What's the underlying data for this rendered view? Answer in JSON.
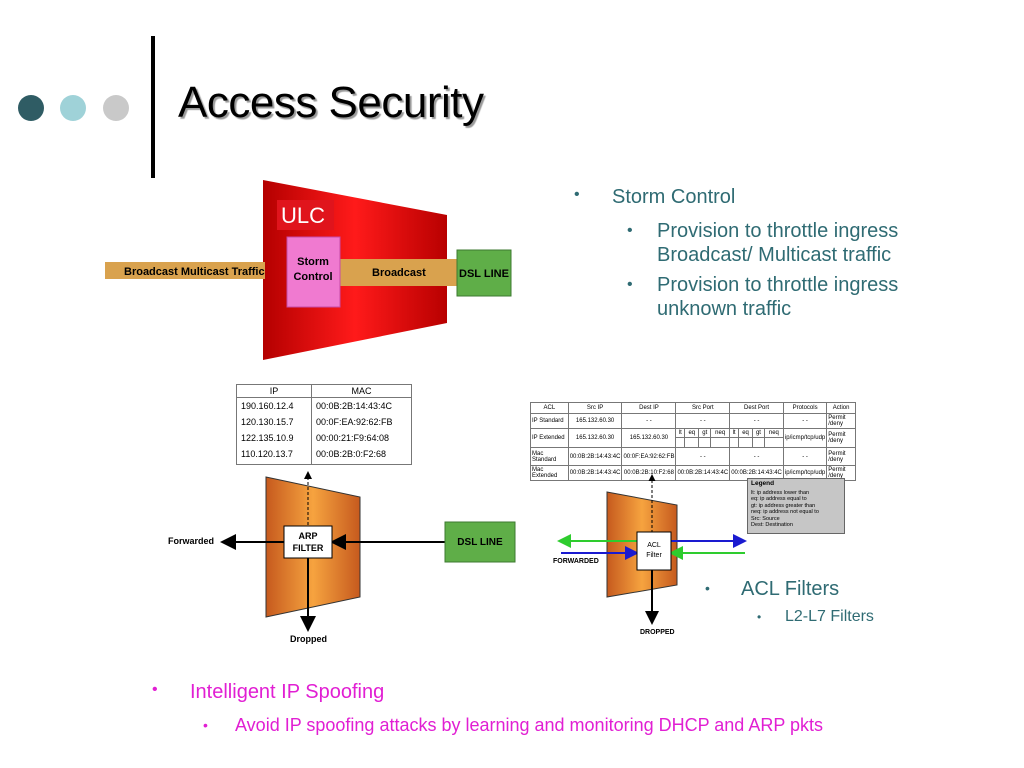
{
  "title": "Access Security",
  "colors": {
    "dot1": "#2f5c64",
    "dot2": "#9fd2d8",
    "dot3": "#c9c9c9",
    "teal": "#2f6b73",
    "magenta": "#e11fd3"
  },
  "diagram_top": {
    "ulc": "ULC",
    "storm": [
      "Storm",
      "Control"
    ],
    "in_label": "Broadcast Multicast Traffic",
    "out_label": "Broadcast",
    "dsl": "DSL LINE"
  },
  "right_bullets": {
    "main": "Storm Control",
    "subs": [
      "Provision to throttle ingress Broadcast/ Multicast traffic",
      "Provision to throttle ingress unknown traffic"
    ]
  },
  "arp": {
    "headers": [
      "IP",
      "MAC"
    ],
    "rows": [
      [
        "190.160.12.4",
        "00:0B:2B:14:43:4C"
      ],
      [
        "120.130.15.7",
        "00:0F:EA:92:62:FB"
      ],
      [
        "122.135.10.9",
        "00:00:21:F9:64:08"
      ],
      [
        "110.120.13.7",
        "00:0B:2B:0:F2:68"
      ]
    ],
    "filter": [
      "ARP",
      "FILTER"
    ],
    "forwarded": "Forwarded",
    "dropped": "Dropped",
    "dsl": "DSL LINE"
  },
  "acl": {
    "headers": [
      "ACL",
      "Src IP",
      "Dest IP",
      "Src Port",
      "Dest Port",
      "Protocols",
      "Action"
    ],
    "port_sub": [
      "lt",
      "eq",
      "gt",
      "neq"
    ],
    "rows": [
      {
        "name": "IP Standard",
        "src": "165.132.60.30",
        "dst": "- -",
        "sp": "- -",
        "dp": "- -",
        "proto": "- -",
        "action": "Permit /deny"
      },
      {
        "name": "IP Extended",
        "src": "165.132.60.30",
        "dst": "165.132.60.30",
        "sp": "",
        "dp": "",
        "proto": "ip/icmp/tcp/udp",
        "action": "Permit /deny"
      },
      {
        "name": "Mac Standard",
        "src": "00:0B:2B:14:43:4C",
        "dst": "00:0F:EA:92:62:FB",
        "sp": "- -",
        "dp": "- -",
        "proto": "- -",
        "action": "Permit /deny"
      },
      {
        "name": "Mac Extended",
        "src": "00:0B:2B:14:43:4C",
        "dst": "00:0B:2B:10:F2:68",
        "sp": "00:0B:2B:14:43:4C",
        "dp": "00:0B:2B:14:43:4C",
        "proto": "ip/icmp/tcp/udp",
        "action": "Permit /deny"
      }
    ],
    "legend_title": "Legend",
    "legend_lines": [
      "lt: ip address lower than",
      "eq: ip address equal to",
      "gt: ip address greater than",
      "neq: ip address not equal to",
      "Src: Source",
      "Dest: Destination"
    ],
    "filter": [
      "ACL",
      "Filter"
    ],
    "forwarded": "FORWARDED",
    "dropped": "DROPPED"
  },
  "acl_bullets": {
    "main": "ACL Filters",
    "sub": "L2-L7 Filters"
  },
  "bottom_bullets": {
    "main": "Intelligent IP Spoofing",
    "sub": "Avoid IP spoofing attacks by learning and monitoring DHCP and ARP pkts"
  }
}
